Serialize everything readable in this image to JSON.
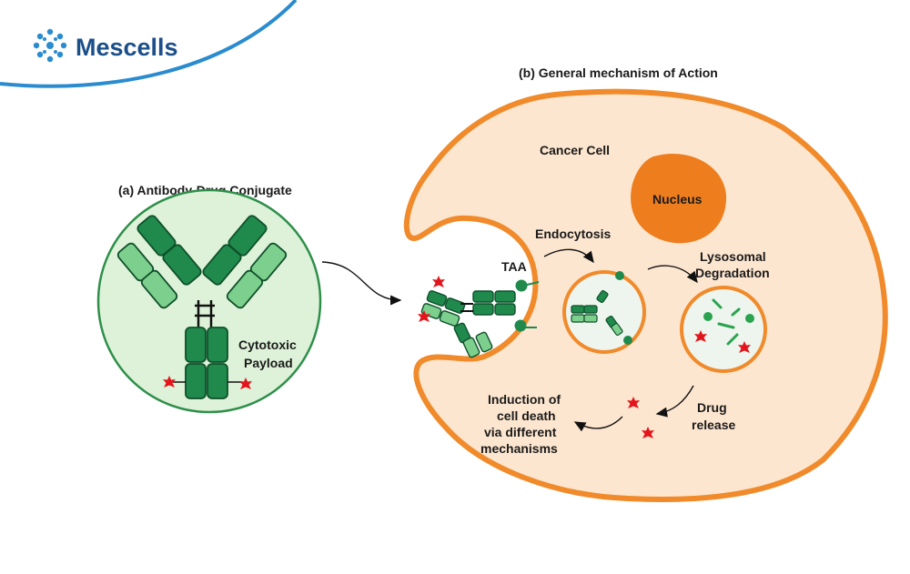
{
  "brand": {
    "name": "Mescells",
    "accent": "#1b4f8a",
    "swoosh": "#2a8ccf"
  },
  "panel_a": {
    "title": "(a) Antibody-Drug Conjugate",
    "payload_label": [
      "Cytotoxic",
      "Payload"
    ]
  },
  "panel_b": {
    "title": "(b) General mechanism of Action",
    "cell_label": "Cancer Cell",
    "nucleus_label": "Nucleus",
    "antigen_label": "TAA",
    "endocytosis_label": "Endocytosis",
    "lysosome_label": [
      "Lysosomal",
      "Degradation"
    ],
    "release_label": [
      "Drug",
      "release"
    ],
    "death_label": [
      "Induction of",
      "cell death",
      "via different",
      "mechanisms"
    ]
  },
  "colors": {
    "cell_fill": "#fde6cf",
    "cell_outline": "#f08a2a",
    "nucleus": "#ee7d1e",
    "antibody_dark": "#1f8a4c",
    "antibody_light": "#7ccf8c",
    "antibody_stroke": "#0f4f2a",
    "circle_fill": "#ddf2d8",
    "circle_stroke": "#2f8f4a",
    "vesicle_fill": "#eef5ee",
    "payload": "#e3141b"
  }
}
